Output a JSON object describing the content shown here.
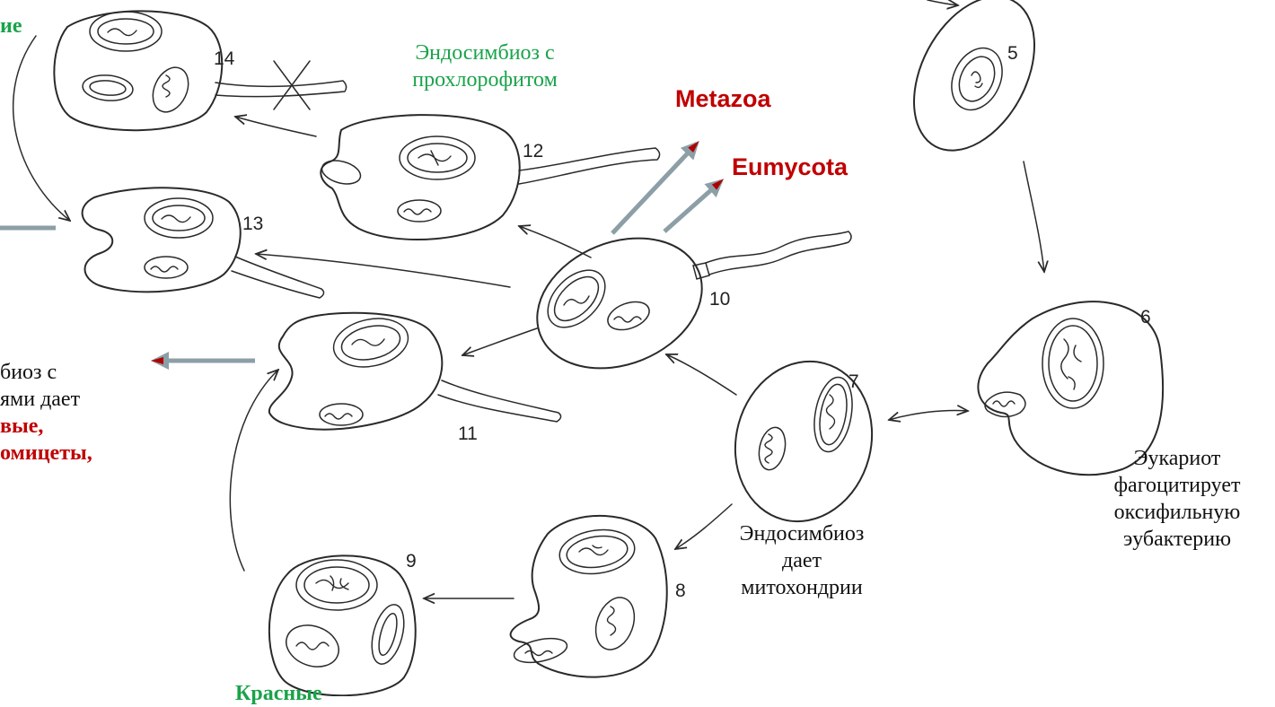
{
  "labels": {
    "top_left_fragment": "ие",
    "endosymbiosis_prochlorophyte": [
      "Эндосимбиоз с",
      "прохлорофитом"
    ],
    "metazoa": "Metazoa",
    "eumycota": "Eumycota",
    "left_fragment": [
      "биоз с",
      "ями дает"
    ],
    "left_fragment_bold": [
      "вые,",
      "омицеты,"
    ],
    "endosymbiosis_mitochondria": [
      "Эндосимбиоз",
      "дает",
      "митохондрии"
    ],
    "eukaryote_phagocytosis": [
      "Эукариот",
      "фагоцитирует",
      "оксифильную",
      "эубактерию"
    ],
    "bottom_fragment": "Красные"
  },
  "cell_numbers": [
    "5",
    "6",
    "7",
    "8",
    "9",
    "10",
    "11",
    "12",
    "13",
    "14"
  ],
  "colors": {
    "green_text": "#1aa34a",
    "red_text": "#c00000",
    "arrow_grey": "#8c9fa6",
    "ink": "#2a2a2a"
  }
}
